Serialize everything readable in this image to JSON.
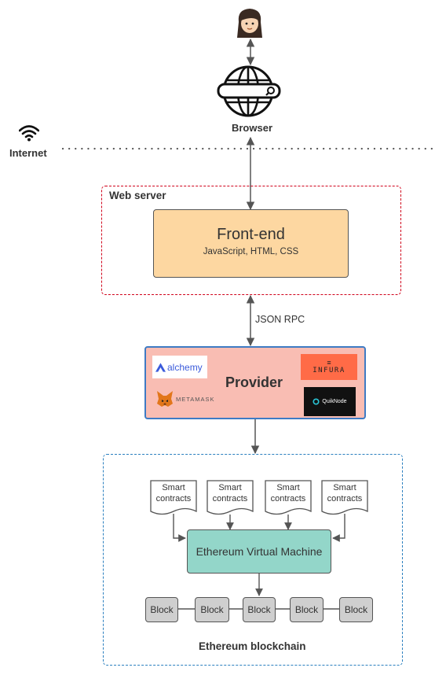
{
  "browser": {
    "label": "Browser",
    "user_icon": "woman-face-icon",
    "browser_icon": "globe-search-icon"
  },
  "internet": {
    "label": "Internet",
    "icon": "wifi-icon"
  },
  "web_server": {
    "label": "Web server",
    "frontend": {
      "title": "Front-end",
      "subtitle": "JavaScript, HTML, CSS"
    }
  },
  "json_rpc": {
    "label": "JSON RPC"
  },
  "provider": {
    "title": "Provider",
    "logos": {
      "alchemy": "alchemy",
      "infura": "INFURA",
      "metamask": "METAMASK",
      "quiknode": "QuikNode"
    }
  },
  "blockchain": {
    "label": "Ethereum blockchain",
    "contracts": [
      {
        "line1": "Smart",
        "line2": "contracts"
      },
      {
        "line1": "Smart",
        "line2": "contracts"
      },
      {
        "line1": "Smart",
        "line2": "contracts"
      },
      {
        "line1": "Smart",
        "line2": "contracts"
      }
    ],
    "evm": "Ethereum Virtual Machine",
    "blocks": [
      "Block",
      "Block",
      "Block",
      "Block",
      "Block"
    ]
  },
  "colors": {
    "web_border": "#d0021b",
    "chain_border": "#2a7fbf",
    "frontend_fill": "#fdd7a1",
    "provider_fill": "#f9bdb3",
    "evm_fill": "#93d6c9",
    "block_fill": "#cfcfcf",
    "infura_bg": "#ff6b47"
  }
}
